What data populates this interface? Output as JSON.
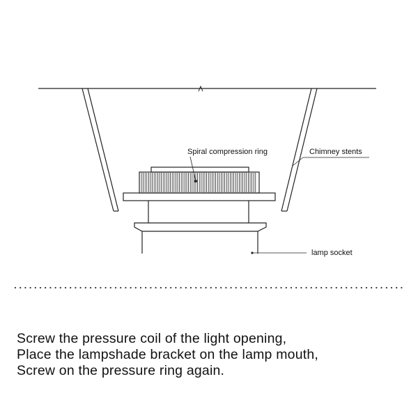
{
  "diagram": {
    "labels": {
      "spiral_ring": "Spiral compression ring",
      "chimney": "Chimney stents",
      "socket": "lamp socket"
    },
    "line_color": "#222222"
  },
  "instructions": {
    "lines": [
      "Screw the pressure coil of the light opening,",
      "Place the lampshade bracket on the lamp mouth,",
      "Screw on the pressure ring again."
    ]
  }
}
